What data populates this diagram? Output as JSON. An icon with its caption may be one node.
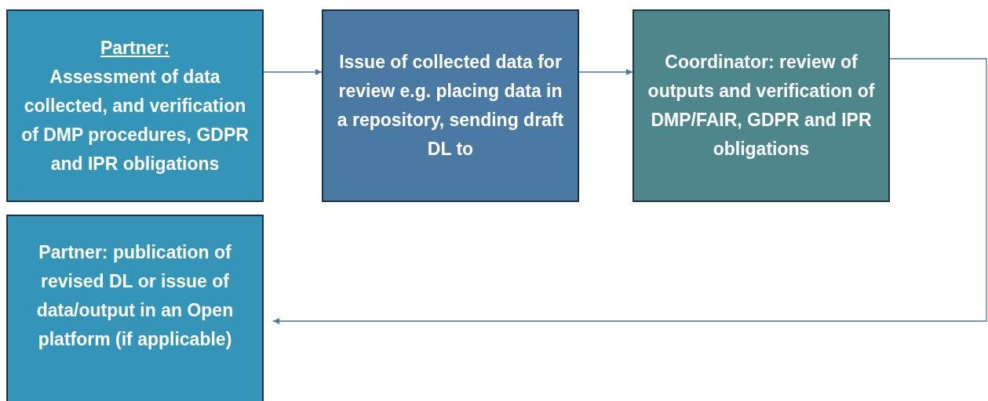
{
  "diagram": {
    "nodes": [
      {
        "text": [
          "Partner:",
          "Assessment of data collected, and verification of DMP procedures, GDPR and IPR obligations"
        ]
      },
      {
        "text": [
          "Issue of collected data for review e.g. placing data in a repository, sending draft DL to"
        ]
      },
      {
        "text": [
          "Coordinator: review of outputs and verification of DMP/FAIR, GDPR and IPR obligations"
        ]
      },
      {
        "text": [
          "Partner: publication of revised DL or issue of data/output in an Open platform (if applicable)"
        ]
      }
    ],
    "edges": [
      {
        "from": 0,
        "to": 1,
        "arrow": "to"
      },
      {
        "from": 1,
        "to": 2,
        "arrow": "to"
      },
      {
        "from": 2,
        "to": 3,
        "arrow": "to"
      }
    ]
  }
}
